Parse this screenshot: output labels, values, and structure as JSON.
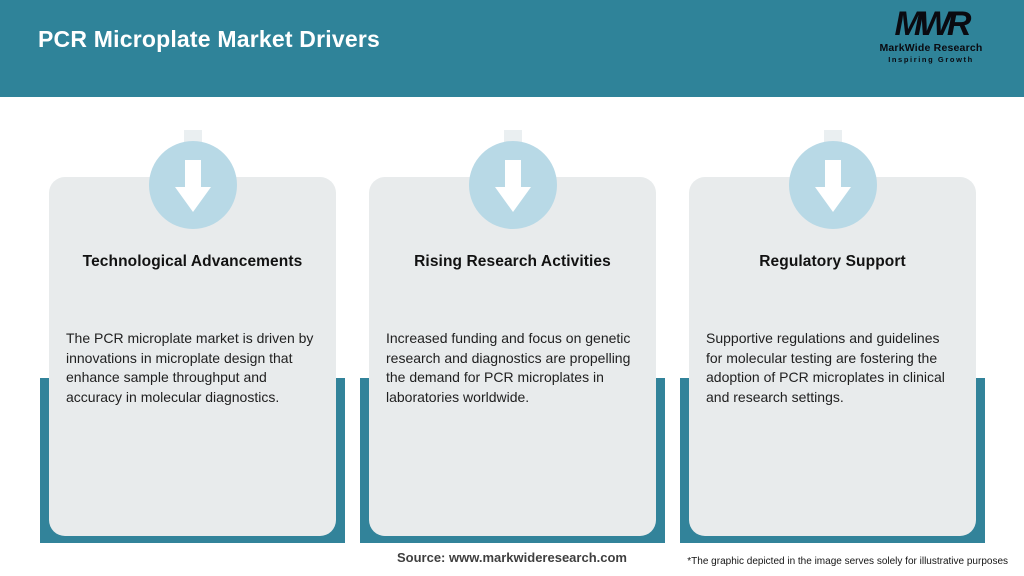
{
  "header": {
    "title": "PCR Microplate Market Drivers",
    "logo": {
      "mark": "MWR",
      "name": "MarkWide Research",
      "tagline": "Inspiring Growth"
    }
  },
  "cards": [
    {
      "icon": "down-arrow-icon",
      "title": "Technological Advancements",
      "description": "The PCR microplate market is driven by innovations in microplate design that enhance sample throughput and accuracy in molecular diagnostics."
    },
    {
      "icon": "down-arrow-icon",
      "title": "Rising Research Activities",
      "description": "Increased funding and focus on genetic research and diagnostics are propelling the demand for PCR microplates in laboratories worldwide."
    },
    {
      "icon": "down-arrow-icon",
      "title": "Regulatory Support",
      "description": "Supportive regulations and guidelines for molecular testing are fostering the adoption of PCR microplates in clinical and research settings."
    }
  ],
  "footer": {
    "source": "Source: www.markwideresearch.com",
    "disclaimer": "*The graphic depicted in the image serves solely for illustrative purposes"
  },
  "colors": {
    "teal_header": "#2f8399",
    "teal_backing": "#32839a",
    "card_background": "#e8ebec",
    "badge_circle": "#b8d9e6",
    "arrow": "#ffffff",
    "title_text": "#ffffff",
    "body_text": "#1f1f1f"
  }
}
